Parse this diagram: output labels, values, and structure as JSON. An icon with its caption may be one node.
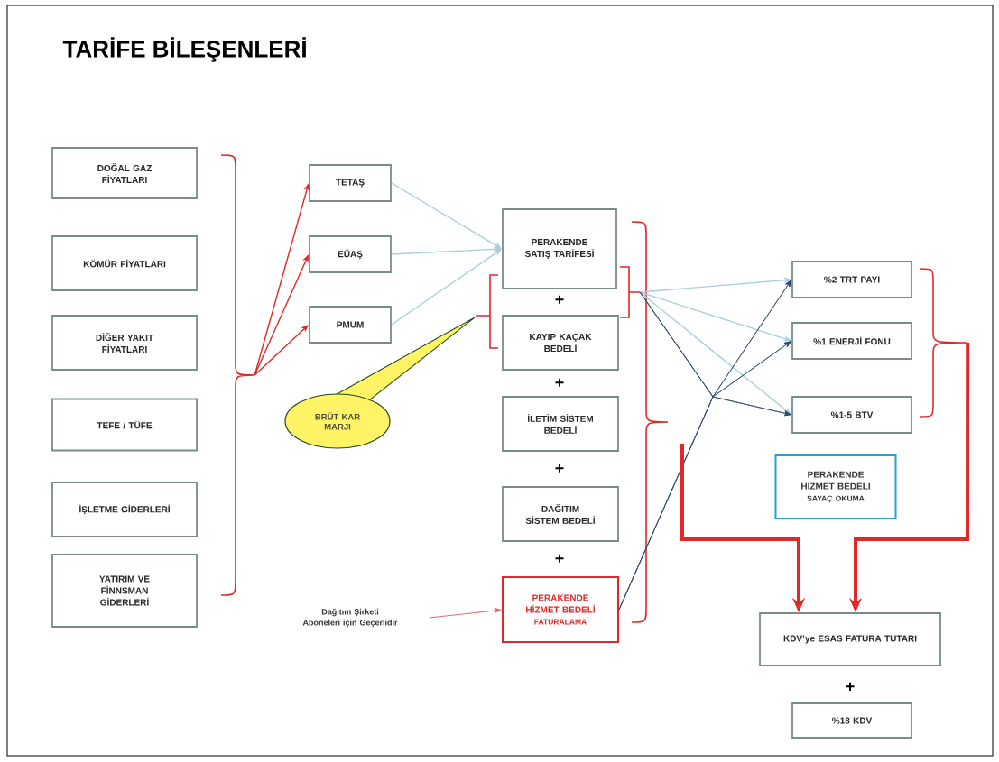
{
  "diagram": {
    "title": "TARİFE BİLEŞENLERİ",
    "nodes": [
      {
        "text": [
          "DOĞAL GAZ FİYATLARI"
        ]
      },
      {
        "text": [
          "KÖMÜR FİYATLARI"
        ]
      },
      {
        "text": [
          "DİĞER YAKIT FİYATLARI"
        ]
      },
      {
        "text": [
          "TEFE / TÜFE"
        ]
      },
      {
        "text": [
          "İŞLETME GİDERLERİ"
        ]
      },
      {
        "text": [
          "YATIRIM VE FİNNSMAN GİDERLERİ"
        ]
      },
      {
        "text": [
          "TETAŞ"
        ]
      },
      {
        "text": [
          "EÜAŞ"
        ]
      },
      {
        "text": [
          "PMUM"
        ]
      },
      {
        "text": [
          "BRÜT KAR MARJI"
        ]
      },
      {
        "text": [
          "PERAKENDE SATIŞ TARİFESİ"
        ]
      },
      {
        "text": [
          "KAYIP KAÇAK BEDELİ"
        ]
      },
      {
        "text": [
          "İLETİM SİSTEM BEDELİ"
        ]
      },
      {
        "text": [
          "DAĞITIM SİSTEM BEDELİ"
        ]
      },
      {
        "text": [
          "PERAKENDE HİZMET BEDELİ",
          "FATURALAMA"
        ]
      },
      {
        "text": [
          "Dağıtım Şirketi Aboneleri için Geçerlidir"
        ]
      },
      {
        "text": [
          "%2 TRT PAYI"
        ]
      },
      {
        "text": [
          "%1 ENERJİ FONU"
        ]
      },
      {
        "text": [
          "%1-5 BTV"
        ]
      },
      {
        "text": [
          "PERAKENDE HİZMET BEDELİ",
          "SAYAÇ OKUMA"
        ]
      },
      {
        "text": [
          "KDV’ye ESAS FATURA TUTARI"
        ]
      },
      {
        "text": [
          "%18 KDV"
        ]
      },
      {
        "text": [],
        "shape": "brace"
      },
      {
        "text": [],
        "shape": "bracket"
      },
      {
        "text": [],
        "shape": "brace"
      }
    ],
    "edges": [
      {
        "from": 22,
        "to": 6,
        "arrow": "to",
        "color": "#e02828"
      },
      {
        "from": 22,
        "to": 7,
        "arrow": "to",
        "color": "#e02828"
      },
      {
        "from": 22,
        "to": 8,
        "arrow": "to",
        "color": "#e02828"
      },
      {
        "from": 6,
        "to": 10,
        "arrow": "to",
        "color": "#a9d0da"
      },
      {
        "from": 7,
        "to": 10,
        "arrow": "to",
        "color": "#a9d0da"
      },
      {
        "from": 8,
        "to": 10,
        "arrow": "to",
        "color": "#a9d0da"
      },
      {
        "from": 15,
        "to": 14,
        "arrow": "to",
        "color": "#e06a6a"
      },
      {
        "from": 23,
        "to": 16,
        "arrow": "to",
        "color": "#a9d0da"
      },
      {
        "from": 23,
        "to": 17,
        "arrow": "to",
        "color": "#a9d0da"
      },
      {
        "from": 23,
        "to": 18,
        "arrow": "to",
        "color": "#a9d0da"
      },
      {
        "from": 14,
        "to": 16,
        "arrow": "to",
        "color": "#2c4a6e"
      },
      {
        "from": 14,
        "to": 17,
        "arrow": "to",
        "color": "#2c4a6e"
      },
      {
        "from": 14,
        "to": 18,
        "arrow": "to",
        "color": "#2c4a6e"
      },
      {
        "from": 23,
        "to": 16,
        "arrow": "to",
        "color": "#2c4a6e"
      },
      {
        "from": 23,
        "to": 17,
        "arrow": "to",
        "color": "#2c4a6e"
      },
      {
        "from": 23,
        "to": 18,
        "arrow": "to",
        "color": "#2c4a6e"
      },
      {
        "from": null,
        "to": 20,
        "arrow": "to",
        "style": "thick",
        "color": "#e02828"
      },
      {
        "from": 24,
        "to": 20,
        "arrow": "to",
        "style": "thick",
        "color": "#e02828"
      }
    ],
    "labels": [
      "+",
      "+",
      "+",
      "+",
      "+"
    ]
  }
}
